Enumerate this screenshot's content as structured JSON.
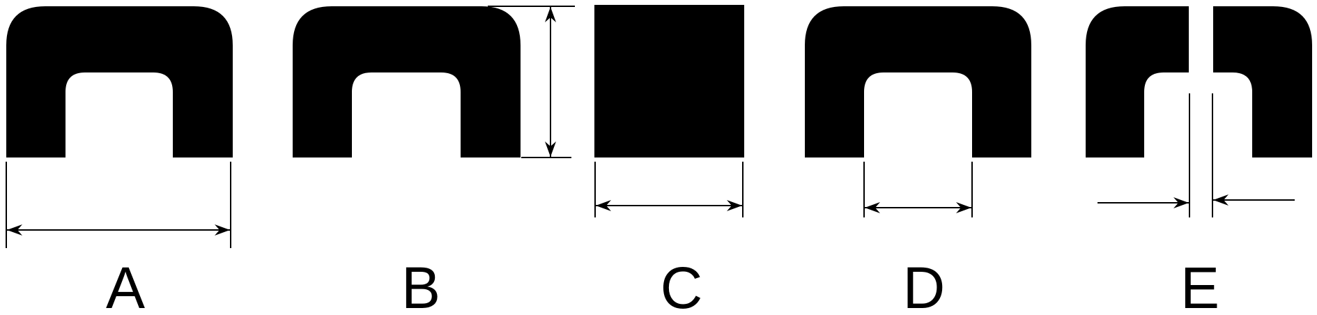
{
  "colors": {
    "shape_fill": "#000000",
    "line": "#000000",
    "background": "#ffffff"
  },
  "panels": [
    {
      "label": "A",
      "shape": "arch",
      "dimension": "overall-width"
    },
    {
      "label": "B",
      "shape": "arch",
      "dimension": "height"
    },
    {
      "label": "C",
      "shape": "solid-block",
      "dimension": "block-width"
    },
    {
      "label": "D",
      "shape": "arch",
      "dimension": "opening-width"
    },
    {
      "label": "E",
      "shape": "split-arch",
      "dimension": "gap-width"
    }
  ]
}
